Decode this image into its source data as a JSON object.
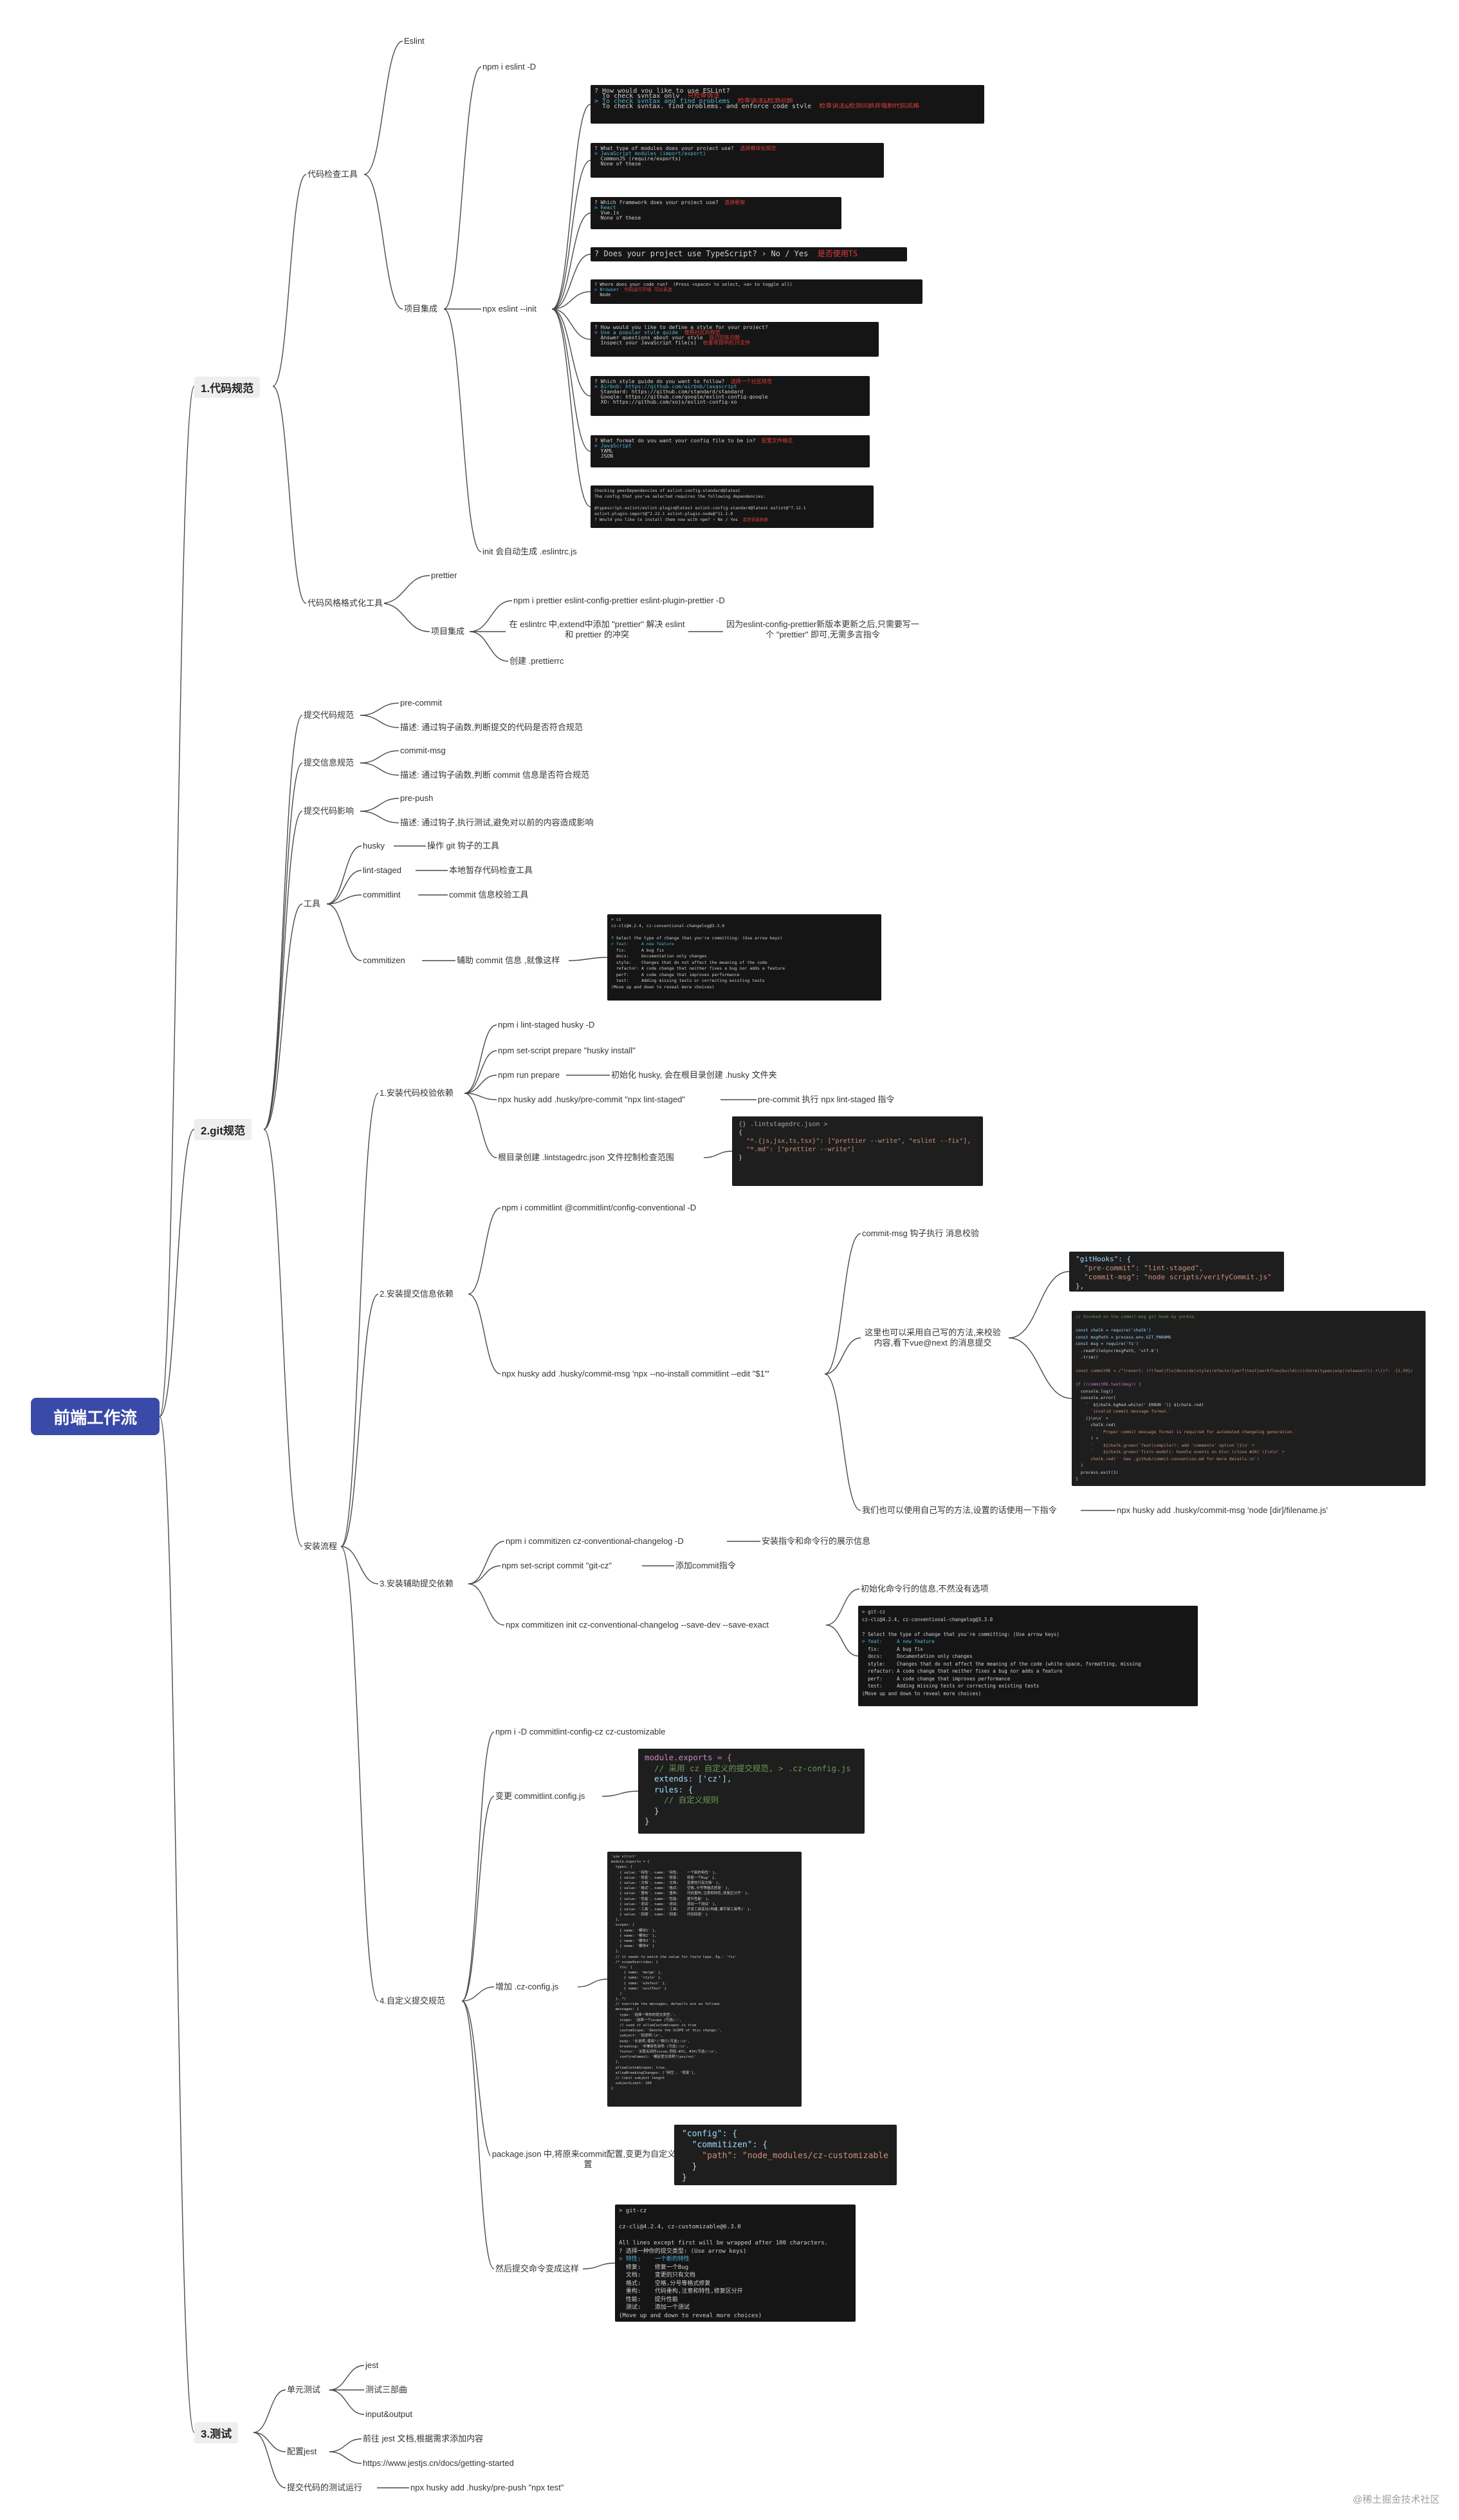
{
  "root": "前端工作流",
  "sections": {
    "s1": "1.代码规范",
    "s2": "2.git规范",
    "s3": "3.测试"
  },
  "s1": {
    "lint_tool": "代码检查工具",
    "eslint": "Eslint",
    "npm_eslint": "npm i eslint -D",
    "project_integration": "项目集成",
    "npx_eslint_init": "npx eslint --init",
    "init_auto": "init 会自动生成 .eslintrc.js",
    "format_tool": "代码风格格式化工具",
    "prettier": "prettier",
    "prettier_project": "项目集成",
    "prettier_npm": "npm i prettier eslint-config-prettier eslint-plugin-prettier -D",
    "prettier_extend": "在 eslintrc 中,extend中添加 \"prettier\" 解决 eslint 和 prettier 的冲突",
    "prettier_note": "因为eslint-config-prettier新版本更新之后,只需要写一个 \"prettier\" 即可,无需多言指令",
    "prettier_rc": "创建 .prettierrc"
  },
  "s2": {
    "commit_code": "提交代码规范",
    "pre_commit": "pre-commit",
    "pre_commit_desc": "描述: 通过钩子函数,判断提交的代码是否符合规范",
    "commit_msg_spec": "提交信息规范",
    "commit_msg": "commit-msg",
    "commit_msg_desc": "描述: 通过钩子函数,判断 commit 信息是否符合规范",
    "commit_impact": "提交代码影响",
    "pre_push": "pre-push",
    "pre_push_desc": "描述: 通过钩子,执行测试,避免对以前的内容造成影响",
    "tools": "工具",
    "husky": "husky",
    "husky_desc": "操作 git 钩子的工具",
    "lint_staged": "lint-staged",
    "lint_staged_desc": "本地暂存代码检查工具",
    "commitlint": "commitlint",
    "commitlint_desc": "commit 信息校验工具",
    "commitizen": "commitizen",
    "commitizen_desc": "辅助 commit 信息 ,就像这样",
    "install_flow": "安装流程",
    "step1": "1.安装代码校验依赖",
    "step1_a": "npm i lint-staged husky -D",
    "step1_b": "npm set-script prepare \"husky install\"",
    "step1_c": "npm run prepare",
    "step1_c_desc": "初始化 husky, 会在根目录创建 .husky 文件夹",
    "step1_d": "npx husky add .husky/pre-commit \"npx lint-staged\"",
    "step1_d_desc": "pre-commit 执行 npx lint-staged 指令",
    "step1_e": "根目录创建 .lintstagedrc.json 文件控制检查范围",
    "step2": "2.安装提交信息依赖",
    "step2_a": "npm i commitlint @commitlint/config-conventional -D",
    "step2_b": "npx husky add .husky/commit-msg 'npx --no-install commitlint --edit \"$1\"'",
    "step2_b1": "commit-msg 钩子执行 消息校验",
    "step2_b2": "这里也可以采用自己写的方法,来校验内容,看下vue@next 的消息提交",
    "step2_b3": "我们也可以使用自己写的方法,设置的话使用一下指令",
    "step2_b3_cmd": "npx husky add .husky/commit-msg 'node [dir]/filename.js'",
    "step3": "3.安装辅助提交依赖",
    "step3_a": "npm i commitizen cz-conventional-changelog -D",
    "step3_a_desc": "安装指令和命令行的展示信息",
    "step3_b": "npm set-script commit \"git-cz\"",
    "step3_b_desc": "添加commit指令",
    "step3_c": "npx commitizen init cz-conventional-changelog --save-dev --save-exact",
    "step3_c1": "初始化命令行的信息,不然没有选项",
    "step4": "4.自定义提交规范",
    "step4_a": "npm i -D commitlint-config-cz  cz-customizable",
    "step4_b": "变更 commitlint.config.js",
    "step4_c": "增加 .cz-config.js",
    "step4_d": "package.json 中,将原来commit配置,变更为自定义配置",
    "step4_e": "然后提交命令变成这样"
  },
  "s3": {
    "unit_test": "单元测试",
    "jest": "jest",
    "three_parts": "测试三部曲",
    "io": "input&output",
    "config_jest": "配置jest",
    "config_jest_a": "前往 jest 文档,根据需求添加内容",
    "config_jest_b": "https://www.jestjs.cn/docs/getting-started",
    "run_test": "提交代码的测试运行",
    "run_test_cmd": "npx husky add .husky/pre-push \"npx test\""
  },
  "terminals": {
    "t_eslint_use": [
      "? How would you like to use ESLint?",
      "  To check syntax only",
      "> To check syntax and find problems",
      "  To check syntax, find problems, and enforce code style"
    ],
    "t_eslint_use_notes": [
      "只检查语法",
      "检查语法&检测问题",
      "检查语法&检测问题并强制代码风格"
    ],
    "t_modules": [
      "? What type of modules does your project use?",
      "> JavaScript modules (import/export)",
      "  CommonJS (require/exports)",
      "  None of these"
    ],
    "t_modules_note": "选择模块化规范",
    "t_framework": [
      "? Which framework does your project use?",
      "> React",
      "  Vue.js",
      "  None of these"
    ],
    "t_framework_note": "选择框架",
    "t_ts": "? Does your project use TypeScript? › No / Yes",
    "t_ts_note": "是否使用TS",
    "t_run": [
      "? Where does your code run?  (Press <space> to select, <a> to toggle all)",
      "> Browser",
      "  Node"
    ],
    "t_run_note": "代码运行环境 可以多选",
    "t_style": [
      "? How would you like to define a style for your project?",
      "> Use a popular style guide",
      "  Answer questions about your style",
      "  Inspect your JavaScript file(s)"
    ],
    "t_style_notes": [
      "使用社区的规范",
      "自己回答问题",
      "检查项目中的JS文件"
    ],
    "t_guide": [
      "? Which style guide do you want to follow?",
      "> Airbnb: https://github.com/airbnb/javascript",
      "  Standard: https://github.com/standard/standard",
      "  Google: https://github.com/google/eslint-config-google",
      "  XO: https://github.com/xojs/eslint-config-xo"
    ],
    "t_guide_note": "选择一个社区规范",
    "t_format": [
      "? What format do you want your config file to be in?",
      "> JavaScript",
      "  YAML",
      "  JSON"
    ],
    "t_format_note": "配置文件格式",
    "t_deps": [
      "Checking peerDependencies of eslint-config-standard@latest",
      "The config that you've selected requires the following dependencies:",
      "",
      "@typescript-eslint/eslint-plugin@latest eslint-config-standard@latest eslint@^7.12.1",
      "eslint-plugin-import@^2.22.1 eslint-plugin-node@^11.1.0",
      "? Would you like to install them now with npm? › No / Yes"
    ],
    "t_deps_note": "是否安装依赖",
    "t_cz": [
      "> cz",
      "cz-cli@4.2.4, cz-conventional-changelog@3.3.0",
      "",
      "? Select the type of change that you're committing: (Use arrow keys)",
      "> feat:     A new feature",
      "  fix:      A bug fix",
      "  docs:     Documentation only changes",
      "  style:    Changes that do not affect the meaning of the code",
      "  refactor: A code change that neither fixes a bug nor adds a feature",
      "  perf:     A code change that improves performance",
      "  test:     Adding missing tests or correcting existing tests",
      "(Move up and down to reveal more choices)"
    ],
    "t_lintstaged": [
      "{} .lintstagedrc.json >",
      "{",
      "  \"*.{js,jsx,ts,tsx}\": [\"prettier --write\", \"eslint --fix\"],",
      "  \"*.md\": [\"prettier --write\"]",
      "}"
    ],
    "t_gitHooks": [
      "\"gitHooks\": {",
      "  \"pre-commit\": \"lint-staged\",",
      "  \"commit-msg\": \"node scripts/verifyCommit.js\"",
      "},"
    ],
    "t_verify": [
      "// Invoked on the commit-msg git hook by yorkie.",
      "",
      "const chalk = require('chalk')",
      "const msgPath = process.env.GIT_PARAMS",
      "const msg = require('fs')",
      "  .readFileSync(msgPath, 'utf-8')",
      "  .trim()",
      "",
      "const commitRE = /^(revert: )?(feat|fix|docs|dx|style|refactor|perf|test|workflow|build|ci|chore|types|wip|release)(\\(.+\\))?: .{1,50}/",
      "",
      "if (!commitRE.test(msg)) {",
      "  console.log()",
      "  console.error(",
      "    `  ${chalk.bgRed.white(' ERROR ')} ${chalk.red(",
      "      `invalid commit message format.`",
      "    )}\\n\\n` +",
      "      chalk.red(",
      "        `  Proper commit message format is required for automated changelog generation.`",
      "      ) +",
      "      `    ${chalk.green(`feat(compiler): add 'comments' option`)}\\n` +",
      "      `    ${chalk.green(`fix(v-model): handle events on blur (close #28)`)}\\n\\n` +",
      "      chalk.red(`  See .github/commit-convention.md for more details.\\n`)",
      "  )",
      "  process.exit(1)",
      "}"
    ],
    "t_cz2": [
      "> git-cz",
      "cz-cli@4.2.4, cz-conventional-changelog@3.3.0",
      "",
      "? Select the type of change that you're committing: (Use arrow keys)",
      "> feat:     A new feature",
      "  fix:      A bug fix",
      "  docs:     Documentation only changes",
      "  style:    Changes that do not affect the meaning of the code (white-space, formatting, missing",
      "  refactor: A code change that neither fixes a bug nor adds a feature",
      "  perf:     A code change that improves performance",
      "  test:     Adding missing tests or correcting existing tests",
      "(Move up and down to reveal more choices)"
    ],
    "t_commitlint_config": [
      "module.exports = {",
      "  // 采用 cz 自定义的提交规范, > .cz-config.js",
      "  extends: ['cz'],",
      "  rules: {",
      "    // 自定义规则",
      "  }",
      "}"
    ],
    "t_czconfig": [
      "'use strict'",
      "module.exports = {",
      "  types: [",
      "    { value: '特性', name: '特性:    一个新的特性' },",
      "    { value: '修复', name: '修复:    修复一个Bug' },",
      "    { value: '文档', name: '文档:    变更的只有文档' },",
      "    { value: '格式', name: '格式:    空格,分号等格式修复' },",
      "    { value: '重构', name: '重构:    代码重构,注意和特性,修复区分开' },",
      "    { value: '性能', name: '性能:    提升性能' },",
      "    { value: '测试', name: '测试:    添加一个测试' },",
      "    { value: '工具', name: '工具:    开发工具变动(构建,脚手架工具等)' },",
      "    { value: '回滚', name: '回滚:    代码回退' }",
      "  ],",
      "  scopes: [",
      "    { name: '模块1' },",
      "    { name: '模块2' },",
      "    { name: '模块3' },",
      "    { name: '模块4' }",
      "  ],",
      "  // it needs to match the value for field type. Eg.: 'fix'",
      "  /* scopeOverrides: {",
      "    fix: [",
      "      { name: 'merge' },",
      "      { name: 'style' },",
      "      { name: 'e2eTest' },",
      "      { name: 'unitTest' }",
      "    ]",
      "  }, */",
      "  // override the messages, defaults are as follows",
      "  messages: {",
      "    type: '选择一种你的提交类型:',",
      "    scope: '选择一个scope (可选):',",
      "    // used if allowCustomScopes is true",
      "    customScope: 'Denote the SCOPE of this change:',",
      "    subject: '短说明:\\n',",
      "    body: '长说明,使用\"|\"换行(可选):\\n',",
      "    breaking: '非兼容性说明 (可选):\\n',",
      "    footer: '关联关闭的issue,例如:#31, #34(可选):\\n',",
      "    confirmCommit: '确定提交说明?(yes/no)'",
      "  },",
      "  allowCustomScopes: true,",
      "  allowBreakingChanges: ['特性', '修复'],",
      "  // limit subject length",
      "  subjectLimit: 100",
      "}"
    ],
    "t_pkg": [
      "\"config\": {",
      "  \"commitizen\": {",
      "    \"path\": \"node_modules/cz-customizable\"",
      "  }",
      "}"
    ],
    "t_cz3": [
      "> git-cz",
      "",
      "cz-cli@4.2.4, cz-customizable@6.3.0",
      "",
      "All lines except first will be wrapped after 100 characters.",
      "? 选择一种你的提交类型: (Use arrow keys)",
      "> 特性:    一个新的特性",
      "  修复:    修复一个Bug",
      "  文档:    变更的只有文档",
      "  格式:    空格,分号等格式修复",
      "  重构:    代码重构,注意和特性,修复区分开",
      "  性能:    提升性能",
      "  测试:    添加一个测试",
      "(Move up and down to reveal more choices)"
    ]
  },
  "watermark": "@稀土掘金技术社区"
}
